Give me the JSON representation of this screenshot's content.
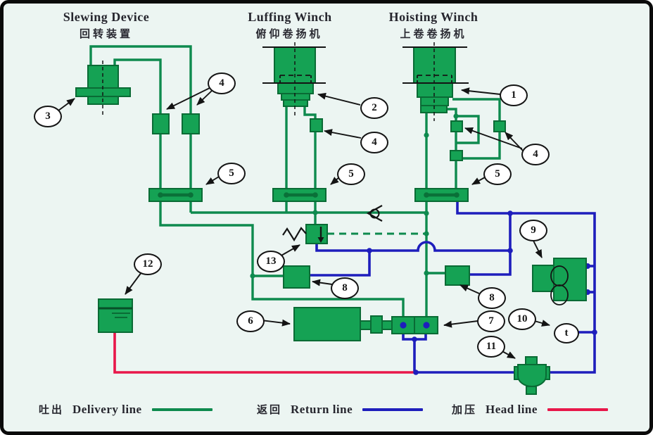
{
  "diagram": {
    "type": "hydraulic-circuit-diagram",
    "sections": {
      "slewing": {
        "title_en": "Slewing Device",
        "title_zh": "回转装置"
      },
      "luffing": {
        "title_en": "Luffing Winch",
        "title_zh": "俯仰卷扬机"
      },
      "hoisting": {
        "title_en": "Hoisting Winch",
        "title_zh": "上卷卷扬机"
      }
    },
    "callouts": [
      "1",
      "2",
      "3",
      "4",
      "4",
      "4",
      "5",
      "5",
      "5",
      "6",
      "7",
      "8",
      "8",
      "9",
      "10",
      "11",
      "12",
      "13"
    ],
    "temperature_sensor_label": "t",
    "legend": [
      {
        "zh": "吐出",
        "en": "Delivery line",
        "color": "#0e8a4e"
      },
      {
        "zh": "返回",
        "en": "Return line",
        "color": "#1e1ebc"
      },
      {
        "zh": "加压",
        "en": "Head line",
        "color": "#e8174a"
      }
    ],
    "colors": {
      "background": "#ecf5f2",
      "frame": "#0a0a0a",
      "delivery_line": "#0e8a4e",
      "return_line": "#1e1ebc",
      "head_line": "#e8174a",
      "component_fill": "#15a254",
      "component_border": "#0a6b35"
    }
  }
}
